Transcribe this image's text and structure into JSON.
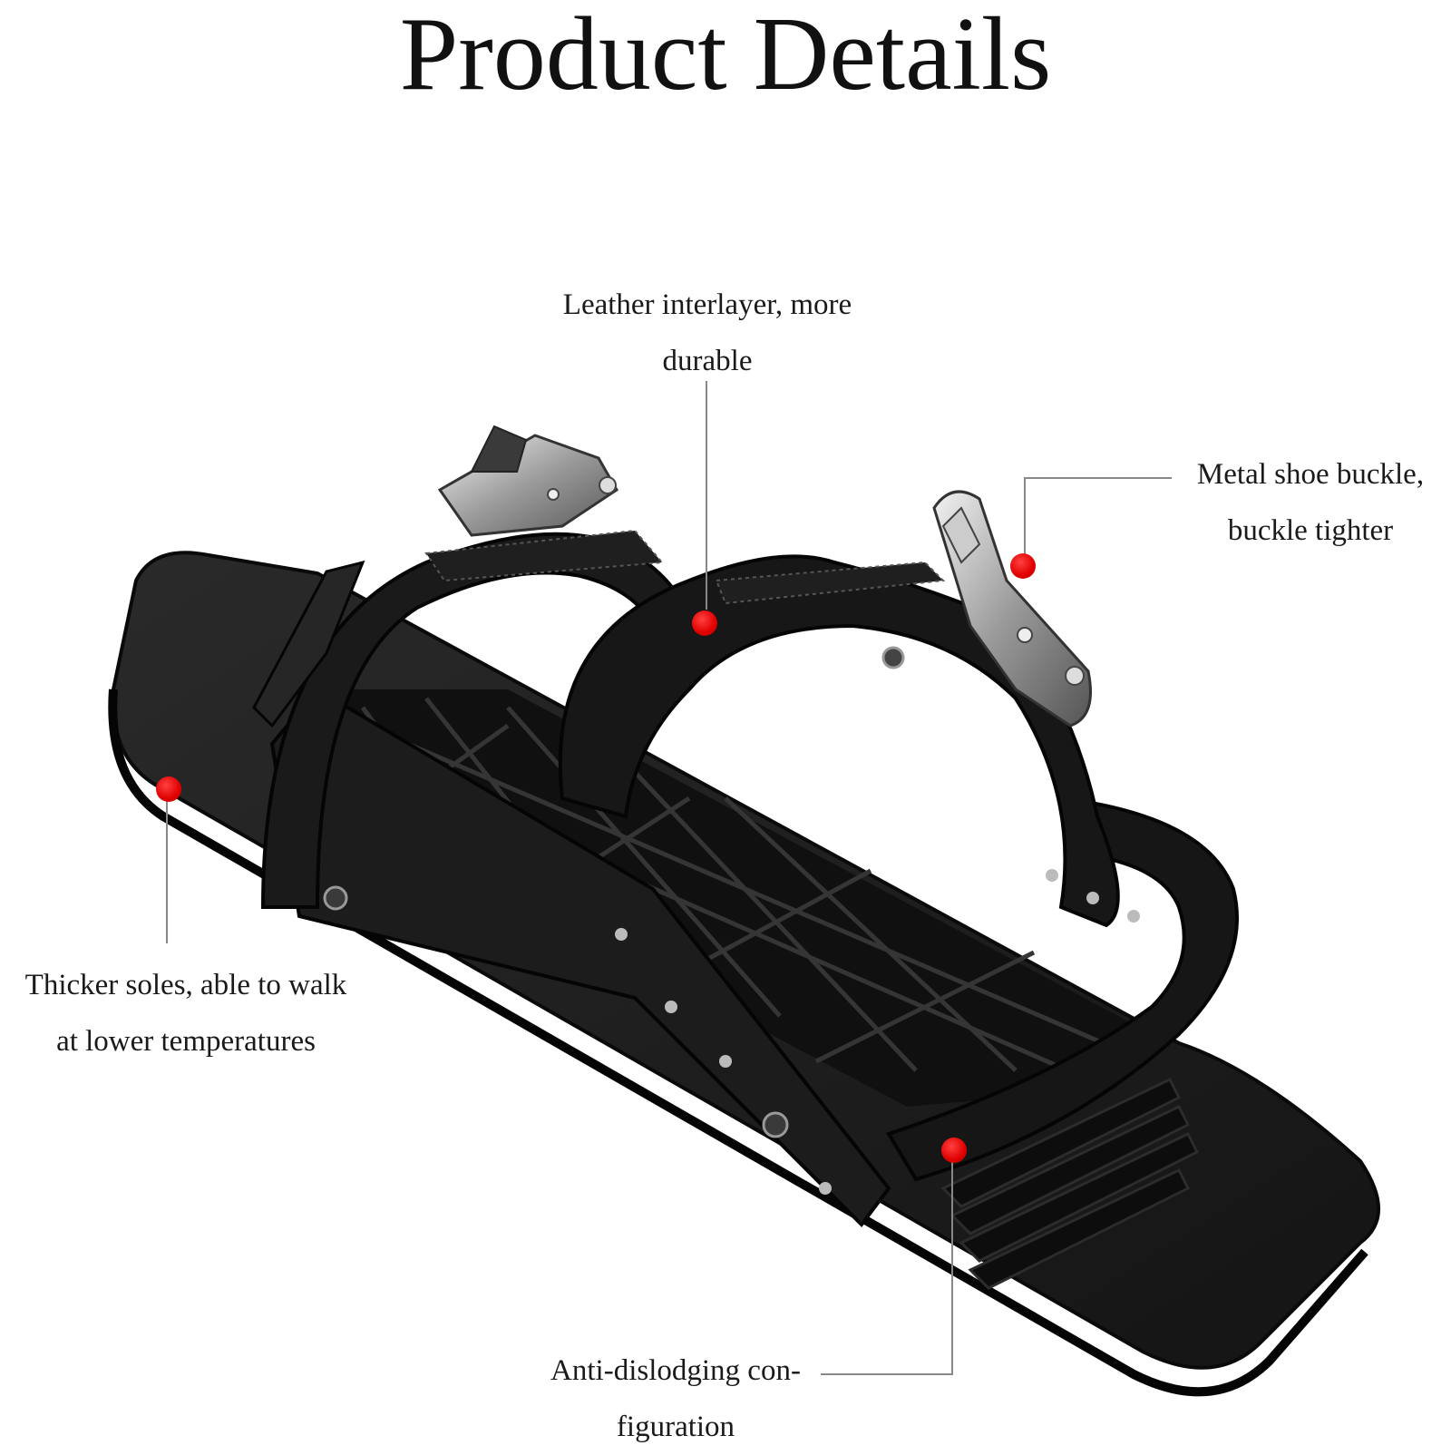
{
  "title": "Product Details",
  "callouts": {
    "leather": {
      "line1": "Leather interlayer, more",
      "line2": "durable"
    },
    "metal": {
      "line1": "Metal shoe buckle,",
      "line2": "buckle tighter"
    },
    "thicker": {
      "line1": "Thicker soles, able to walk",
      "line2": "at lower temperatures"
    },
    "anti": {
      "line1": "Anti-dislodging con-",
      "line2": "figuration"
    }
  },
  "colors": {
    "marker": "#e00000",
    "product": "#1b1b1b",
    "leader_line": "#888888"
  }
}
